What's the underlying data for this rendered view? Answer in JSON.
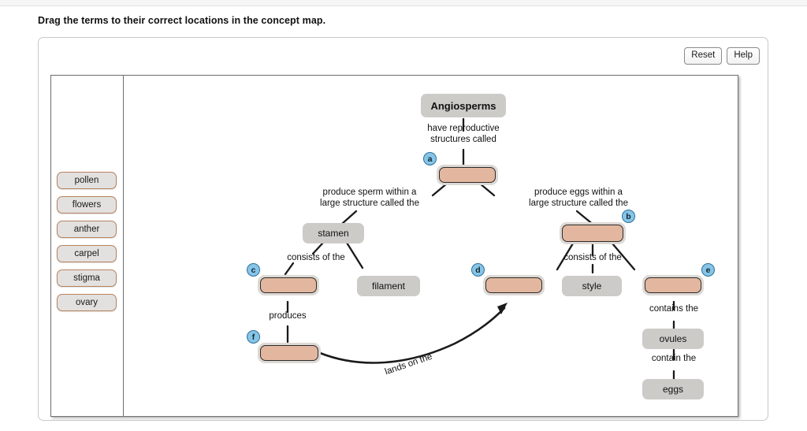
{
  "instruction": "Drag the terms to their correct locations in the concept map.",
  "toolbar": {
    "reset_label": "Reset",
    "help_label": "Help"
  },
  "term_bank": {
    "items": [
      {
        "label": "pollen"
      },
      {
        "label": "flowers"
      },
      {
        "label": "anther"
      },
      {
        "label": "carpel"
      },
      {
        "label": "stigma"
      },
      {
        "label": "ovary"
      }
    ]
  },
  "concept_map": {
    "root": {
      "label": "Angiosperms"
    },
    "filled_nodes": [
      {
        "id": "stamen",
        "label": "stamen"
      },
      {
        "id": "filament",
        "label": "filament"
      },
      {
        "id": "style",
        "label": "style"
      },
      {
        "id": "ovules",
        "label": "ovules"
      },
      {
        "id": "eggs",
        "label": "eggs"
      }
    ],
    "drop_targets": [
      {
        "id": "a",
        "marker": "a",
        "value": ""
      },
      {
        "id": "b",
        "marker": "b",
        "value": ""
      },
      {
        "id": "c",
        "marker": "c",
        "value": ""
      },
      {
        "id": "d",
        "marker": "d",
        "value": ""
      },
      {
        "id": "e",
        "marker": "e",
        "value": ""
      },
      {
        "id": "f",
        "marker": "f",
        "value": ""
      }
    ],
    "edge_labels": [
      {
        "id": "l1",
        "text": "have reproductive\nstructures called"
      },
      {
        "id": "l2",
        "text": "produce sperm within a\nlarge structure called the"
      },
      {
        "id": "l3",
        "text": "produce eggs within a\nlarge structure called the"
      },
      {
        "id": "l4",
        "text": "consists of the"
      },
      {
        "id": "l5",
        "text": "consists of the"
      },
      {
        "id": "l6",
        "text": "produces"
      },
      {
        "id": "l7",
        "text": "contains the"
      },
      {
        "id": "l8",
        "text": "contain the"
      },
      {
        "id": "l9",
        "text": "lands on the"
      }
    ]
  },
  "colors": {
    "drop_fill": "#e3b79f",
    "node_fill": "#cdcbc8",
    "marker_fill": "#86c5e8",
    "term_border": "#b5825f"
  }
}
